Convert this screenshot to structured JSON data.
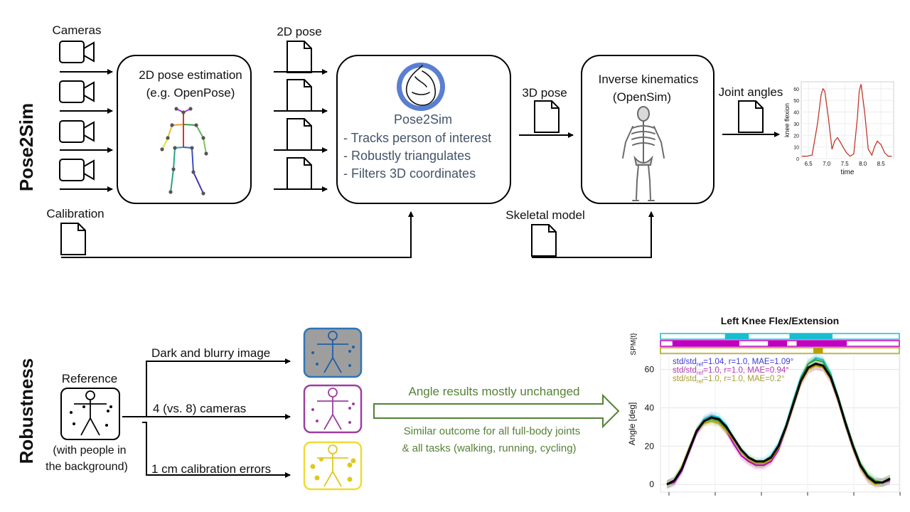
{
  "pipeline": {
    "section_label": "Pose2Sim",
    "cameras_label": "Cameras",
    "calibration_label": "Calibration",
    "pose_estimation": {
      "line1": "2D pose estimation",
      "line2": "(e.g. OpenPose)"
    },
    "pose2d_label": "2D pose",
    "pose2sim": {
      "title": "Pose2Sim",
      "bullets": [
        "- Tracks person of interest",
        "- Robustly triangulates",
        "- Filters 3D coordinates"
      ]
    },
    "pose3d_label": "3D pose",
    "ik": {
      "line1": "Inverse kinematics",
      "line2": "(OpenSim)"
    },
    "skeletal_model_label": "Skeletal model",
    "joint_angles_label": "Joint angles"
  },
  "robustness": {
    "section_label": "Robustness",
    "reference_label": "Reference",
    "reference_note": [
      "(with people in",
      "the background)"
    ],
    "conditions": [
      "Dark and blurry image",
      "4 (vs. 8) cameras",
      "1 cm calibration errors"
    ],
    "condition_colors": [
      "#2e75b6",
      "#9b3fa0",
      "#f2d935"
    ],
    "result_main": "Angle results mostly unchanged",
    "result_sub": [
      "Similar outcome for all full-body joints",
      "& all tasks (walking, running, cycling)"
    ]
  },
  "chart_data": [
    {
      "type": "line",
      "title": "",
      "xlabel": "time",
      "ylabel": "knee flexion",
      "xlim": [
        6.3,
        8.85
      ],
      "ylim": [
        0,
        66
      ],
      "xticks": [
        6.5,
        7.0,
        7.5,
        8.0,
        8.5
      ],
      "xtick_labels": [
        "6.5",
        "7.0",
        "7.5",
        "8.0",
        "8.5"
      ],
      "yticks": [
        0,
        10,
        20,
        30,
        40,
        50,
        60
      ],
      "series_color": "#c0392b",
      "x": [
        6.32,
        6.45,
        6.6,
        6.75,
        6.85,
        6.9,
        6.95,
        7.05,
        7.15,
        7.22,
        7.3,
        7.38,
        7.45,
        7.55,
        7.65,
        7.75,
        7.85,
        7.9,
        7.95,
        8.05,
        8.15,
        8.25,
        8.32,
        8.4,
        8.5,
        8.6,
        8.7,
        8.8
      ],
      "y": [
        2,
        2,
        3,
        30,
        55,
        60,
        58,
        35,
        8,
        15,
        18,
        14,
        10,
        5,
        2,
        4,
        35,
        58,
        64,
        40,
        8,
        3,
        10,
        15,
        12,
        5,
        2,
        2
      ]
    },
    {
      "type": "line",
      "title": "Left Knee Flex/Extension",
      "ylabel": "Angle [deg]",
      "spm_label": "SPM{t}",
      "ylim": [
        -4,
        68
      ],
      "yticks": [
        0,
        20,
        40,
        60
      ],
      "legend": [
        {
          "pre": "std/std",
          "sub": "ref",
          "post": "=1.04, r=1.0, MAE=1.09°",
          "color": "#3a3ad6"
        },
        {
          "pre": "std/std",
          "sub": "ref",
          "post": "=1.0, r=1.0, MAE=0.94°",
          "color": "#b03cb0"
        },
        {
          "pre": "std/std",
          "sub": "ref",
          "post": "=1.0, r=1.0, MAE=0.2°",
          "color": "#a89b2a"
        }
      ],
      "series": [
        {
          "name": "",
          "color": "#000000",
          "values": [
            0,
            2,
            8,
            18,
            28,
            33,
            35,
            34,
            30,
            24,
            18,
            14,
            12,
            12,
            14,
            20,
            30,
            42,
            54,
            61,
            63,
            62,
            56,
            45,
            32,
            20,
            10,
            4,
            1,
            1,
            3
          ]
        },
        {
          "name": "",
          "color": "#17becf",
          "values": [
            0,
            2,
            8,
            18,
            28,
            34,
            36,
            35,
            31,
            24,
            18,
            14,
            12,
            12,
            15,
            21,
            31,
            44,
            56,
            63,
            66,
            65,
            58,
            46,
            33,
            21,
            10,
            4,
            1,
            1,
            3
          ]
        },
        {
          "name": "",
          "color": "#c000c0",
          "values": [
            0,
            1,
            7,
            17,
            27,
            33,
            35,
            33,
            28,
            21,
            15,
            12,
            10,
            10,
            12,
            18,
            29,
            41,
            53,
            60,
            62,
            61,
            55,
            44,
            31,
            19,
            9,
            3,
            1,
            1,
            2
          ]
        },
        {
          "name": "",
          "color": "#2ca02c",
          "values": [
            0,
            2,
            8,
            18,
            28,
            33,
            34,
            33,
            29,
            23,
            17,
            13,
            11,
            11,
            13,
            20,
            30,
            43,
            55,
            63,
            65,
            64,
            57,
            46,
            33,
            21,
            11,
            5,
            2,
            1,
            3
          ]
        },
        {
          "name": "",
          "color": "#b5a000",
          "values": [
            0,
            2,
            9,
            19,
            28,
            32,
            33,
            32,
            28,
            23,
            17,
            13,
            11,
            11,
            13,
            19,
            29,
            41,
            53,
            60,
            62,
            61,
            55,
            44,
            31,
            19,
            9,
            3,
            0,
            1,
            3
          ]
        }
      ],
      "spm_bars": [
        {
          "color": "#17becf",
          "segments": [
            [
              0.27,
              0.37
            ],
            [
              0.54,
              0.72
            ]
          ]
        },
        {
          "color": "#c000c0",
          "segments": [
            [
              0.05,
              0.33
            ],
            [
              0.45,
              0.53
            ],
            [
              0.57,
              0.78
            ]
          ]
        },
        {
          "color": "#b5a000",
          "segments": [
            [
              0.64,
              0.68
            ]
          ]
        }
      ]
    }
  ]
}
